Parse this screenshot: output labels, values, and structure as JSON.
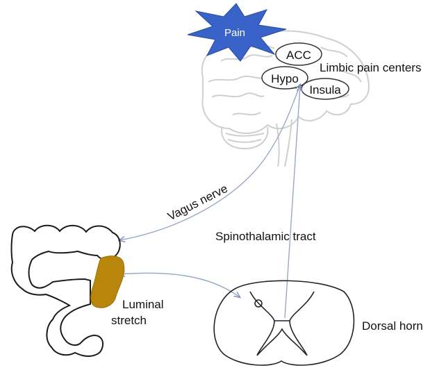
{
  "labels": {
    "pain": "Pain",
    "acc": "ACC",
    "hypo": "Hypo",
    "insula": "Insula",
    "limbic": "Limbic pain centers",
    "vagus": "Vagus nerve",
    "spinothalamic": "Spinothalamic tract",
    "luminal_line1": "Luminal",
    "luminal_line2": "stretch",
    "dorsal_horn": "Dorsal horn"
  },
  "colors": {
    "pain_star": "#3a63c9",
    "pathway": "#9aa7c7",
    "stretch_region": "#b8860b",
    "brain_outline": "#cfcfcf",
    "outline": "#222222"
  }
}
